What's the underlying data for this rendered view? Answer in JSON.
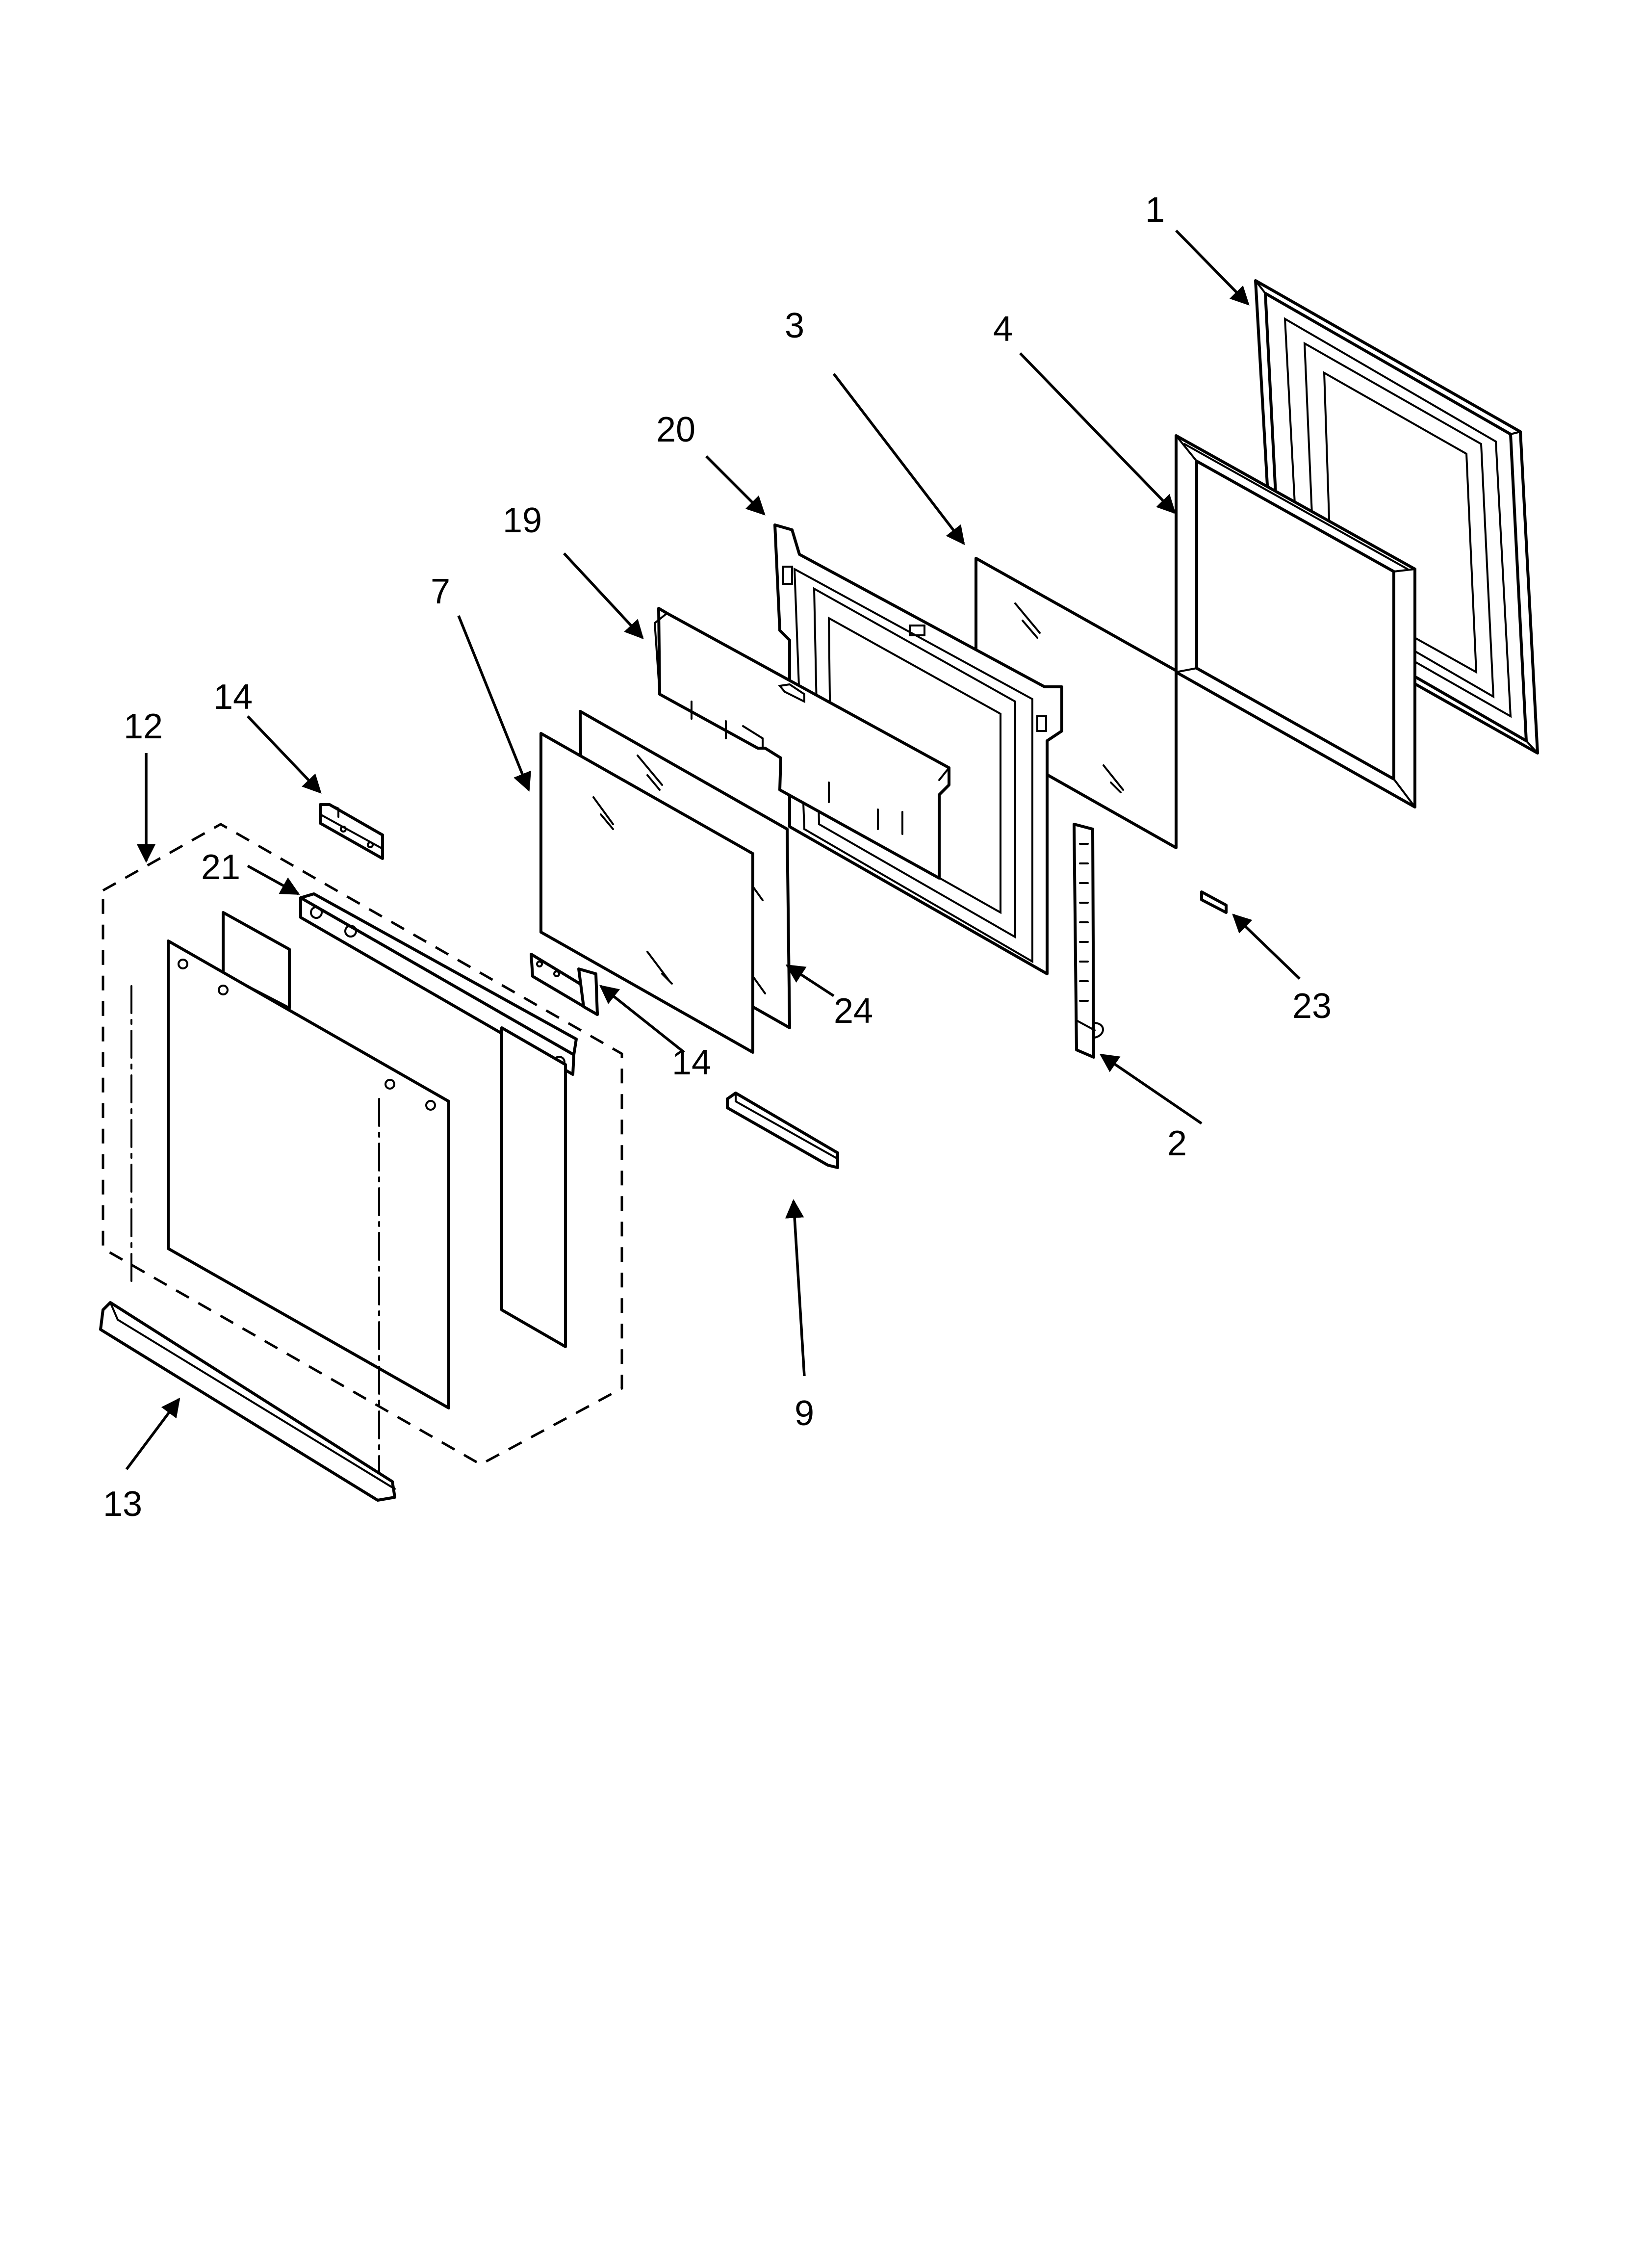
{
  "diagram": {
    "type": "exploded-parts-view",
    "colors": {
      "line": "#000000",
      "background": "#ffffff"
    },
    "callouts": [
      {
        "id": "c1",
        "label": "1"
      },
      {
        "id": "c2",
        "label": "2"
      },
      {
        "id": "c3",
        "label": "3"
      },
      {
        "id": "c4",
        "label": "4"
      },
      {
        "id": "c7",
        "label": "7"
      },
      {
        "id": "c9",
        "label": "9"
      },
      {
        "id": "c12",
        "label": "12"
      },
      {
        "id": "c13",
        "label": "13"
      },
      {
        "id": "c14a",
        "label": "14"
      },
      {
        "id": "c14b",
        "label": "14"
      },
      {
        "id": "c19",
        "label": "19"
      },
      {
        "id": "c20",
        "label": "20"
      },
      {
        "id": "c21",
        "label": "21"
      },
      {
        "id": "c23",
        "label": "23"
      },
      {
        "id": "c24",
        "label": "24"
      }
    ]
  }
}
